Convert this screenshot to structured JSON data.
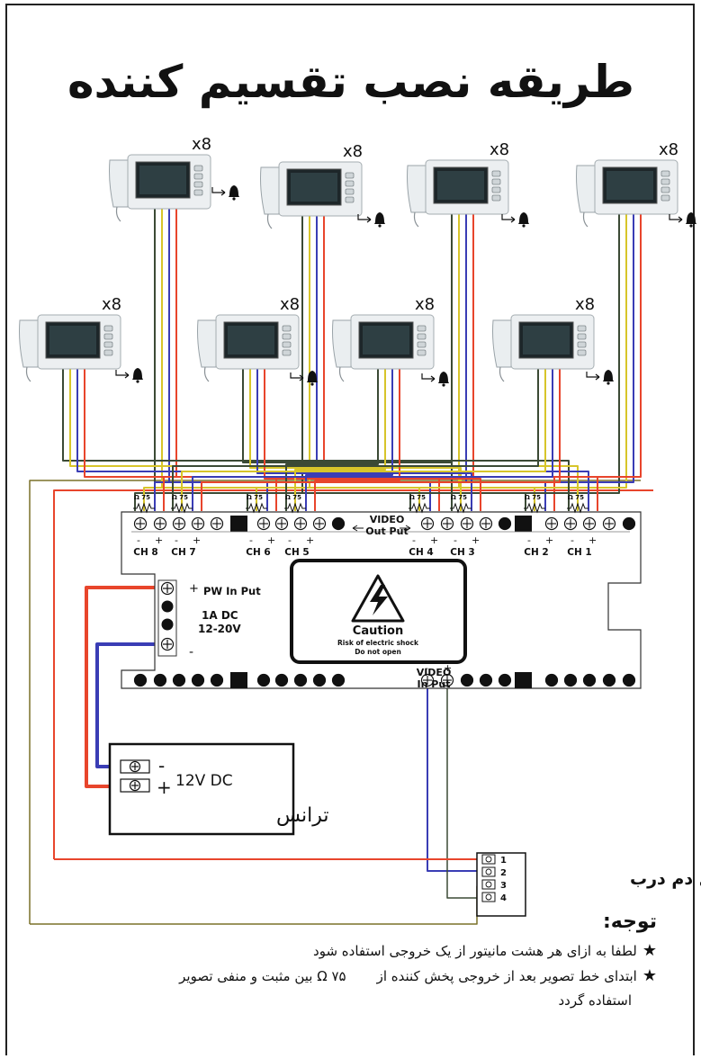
{
  "title": "طریقه نصب تقسیم کننده",
  "monitor_badge": "x8",
  "colors": {
    "red": "#e8452c",
    "blue": "#3a3db5",
    "yellow": "#d7c52a",
    "green": "#3b4a35",
    "dark": "#111111",
    "olive": "#7a7028"
  },
  "board": {
    "channels": [
      "CH 8",
      "CH 7",
      "CH 6",
      "CH 5",
      "CH 4",
      "CH 3",
      "CH 2",
      "CH 1"
    ],
    "resistor_label": "Ω 75",
    "video_out": [
      "VIDEO",
      "Out Put"
    ],
    "power": {
      "label": "PW In Put",
      "spec1": "1A DC",
      "spec2": "12-20V",
      "plus": "+",
      "minus": "-"
    },
    "caution": {
      "title": "Caution",
      "line1": "Risk of electric shock",
      "line2": "Do not open"
    },
    "video_in": [
      "VIDEO",
      "In Put"
    ]
  },
  "transformer": {
    "label": "12V DC",
    "name": "ترانس",
    "minus": "-",
    "plus": "+"
  },
  "door_panel": {
    "label": "پنل دم درب",
    "terminals": [
      "1",
      "2",
      "3",
      "4"
    ]
  },
  "notes": {
    "heading": "توجه:",
    "line1": "لطفا به ازای هر هشت مانیتور از یک خروجی استفاده شود",
    "line2a": "ابتدای خط تصویر بعد از خروجی پخش کننده از",
    "line2_omega": "Ω ۷۵",
    "line2b": "بین مثبت و منفی تصویر",
    "line3": "استفاده گردد"
  }
}
